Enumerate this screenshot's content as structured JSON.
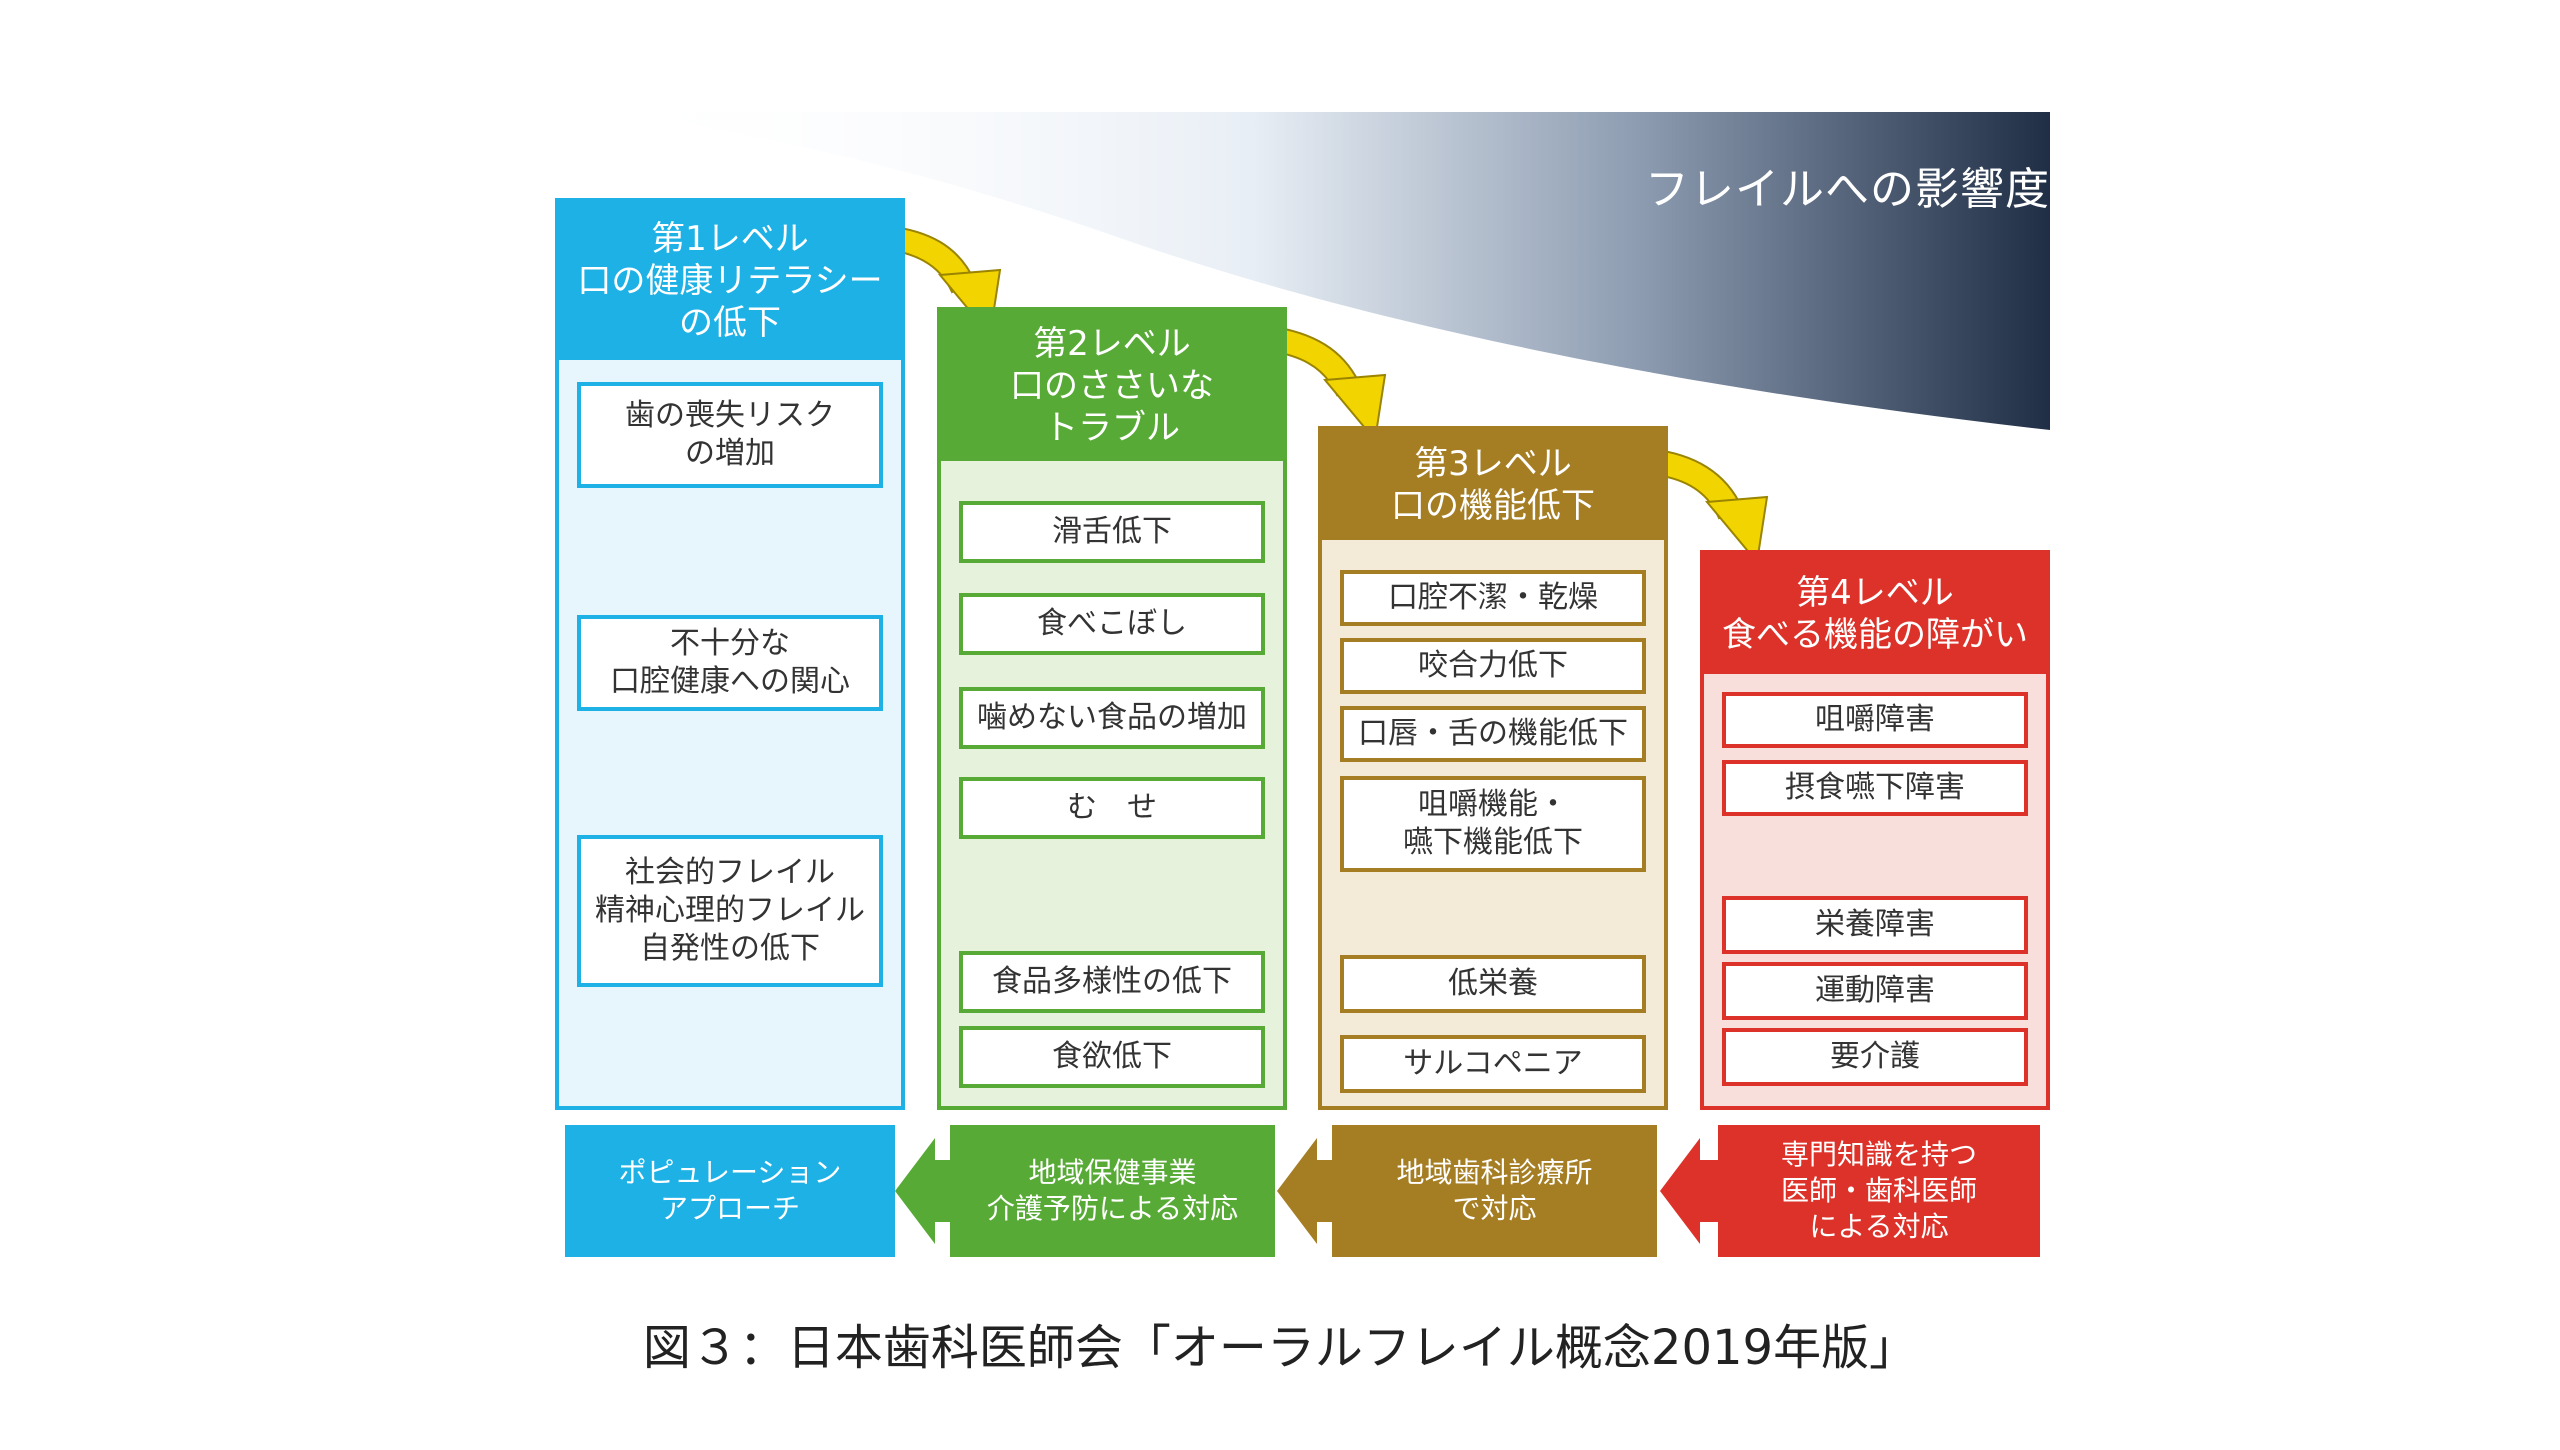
{
  "header": {
    "band_title": "フレイルへの影響度"
  },
  "levels": [
    {
      "title": "第1レベル\n口の健康リテラシー\nの低下",
      "items": [
        "歯の喪失リスク\nの増加",
        "不十分な\n口腔健康への関心",
        "社会的フレイル\n精神心理的フレイル\n自発性の低下"
      ]
    },
    {
      "title": "第2レベル\n口のささいな\nトラブル",
      "items": [
        "滑舌低下",
        "食べこぼし",
        "噛めない食品の増加",
        "む　せ",
        "食品多様性の低下",
        "食欲低下"
      ]
    },
    {
      "title": "第3レベル\n口の機能低下",
      "items": [
        "口腔不潔・乾燥",
        "咬合力低下",
        "口唇・舌の機能低下",
        "咀嚼機能・\n嚥下機能低下",
        "低栄養",
        "サルコペニア"
      ]
    },
    {
      "title": "第4レベル\n食べる機能の障がい",
      "items": [
        "咀嚼障害",
        "摂食嚥下障害",
        "栄養障害",
        "運動障害",
        "要介護"
      ]
    }
  ],
  "bottom": {
    "b1": "ポピュレーション\nアプローチ",
    "b2": "地域保健事業\n介護予防による対応",
    "b3": "地域歯科診療所\nで対応",
    "b4": "専門知識を持つ\n医師・歯科医師\nによる対応"
  },
  "caption": "図３：日本歯科医師会「オーラルフレイル概念2019年版」",
  "colors": {
    "level1": "#1eb1e6",
    "level2": "#58aa36",
    "level3": "#a57d23",
    "level4": "#dd3229",
    "arrow_yellow": "#f2d500",
    "band_dark": "#1f2e45"
  }
}
